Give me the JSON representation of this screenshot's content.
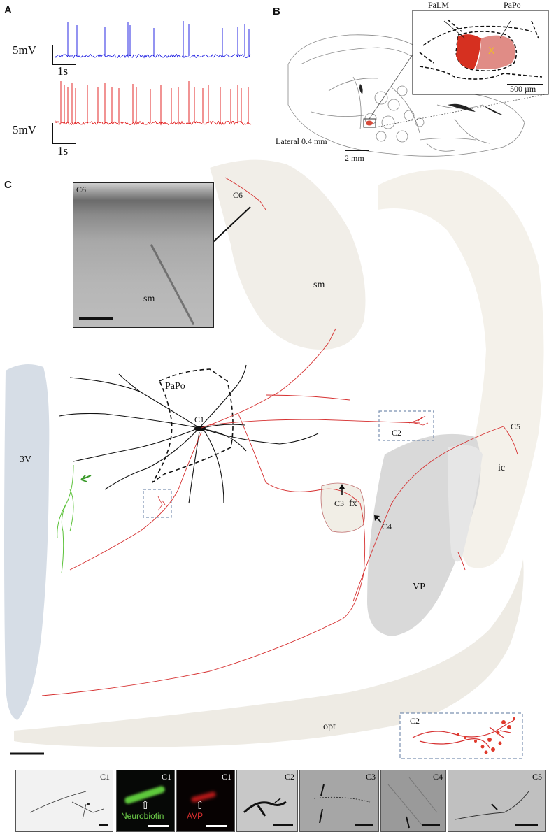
{
  "panels": {
    "a": {
      "letter": "A",
      "trace1": {
        "scale_v": "5mV",
        "scale_t": "1s",
        "color": "#1010e0"
      },
      "trace2": {
        "scale_v": "5mV",
        "scale_t": "1s",
        "color": "#e01010"
      }
    },
    "b": {
      "letter": "B",
      "inset_labels": {
        "palm": "PaLM",
        "papo": "PaPo",
        "x_mark": "X",
        "scale": "500 µm"
      },
      "lateral": "Lateral 0.4 mm",
      "scale": "2 mm"
    },
    "c": {
      "letter": "C",
      "regions": {
        "sm_top": "sm",
        "papo": "PaPo",
        "third_ventricle": "3V",
        "ic": "ic",
        "fx": "fx",
        "vp": "VP",
        "opt": "opt"
      },
      "points": {
        "c1": "C1",
        "c2": "C2",
        "c3": "C3",
        "c4": "C4",
        "c5": "C5",
        "c6": "C6"
      },
      "c6_inset": {
        "label": "C6",
        "region": "sm"
      },
      "c2_inset": {
        "label": "C2"
      }
    }
  },
  "thumbnails": [
    {
      "label": "C1",
      "caption": ""
    },
    {
      "label": "C1",
      "caption": "Neurobiotin"
    },
    {
      "label": "C1",
      "caption": "AVP"
    },
    {
      "label": "C2",
      "caption": ""
    },
    {
      "label": "C3",
      "caption": ""
    },
    {
      "label": "C4",
      "caption": ""
    },
    {
      "label": "C5",
      "caption": ""
    }
  ],
  "colors": {
    "neuron_axon": "#d63030",
    "neuron_dendrite": "#111111",
    "green_branch": "#5cc23a",
    "ventricle": "#d6dde6",
    "vp": "#dcdcdc",
    "tract": "#eeebe4"
  }
}
